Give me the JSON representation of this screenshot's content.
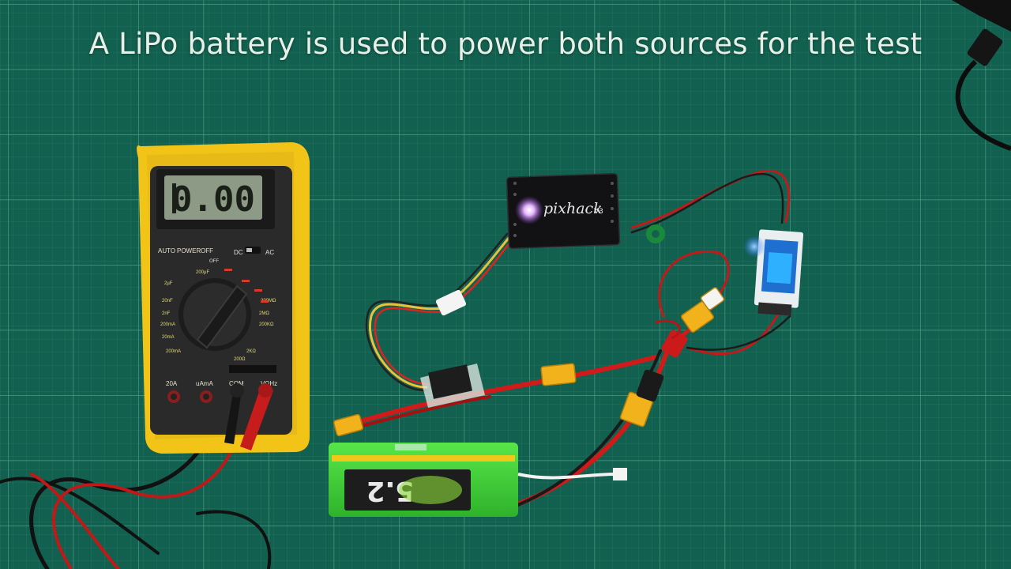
{
  "caption": "A LiPo battery is used to power both sources for the test",
  "multimeter": {
    "display": "0.00",
    "labels": {
      "auto": "AUTO",
      "power": "POWER",
      "off_top": "OFF",
      "dc": "DC",
      "ac": "AC",
      "off_dial": "OFF",
      "amp20": "20A",
      "ua_ma": "uAmA",
      "com": "COM",
      "vohm": "VΩHz"
    }
  },
  "flight_controller": {
    "brand": "pixhack",
    "version": "V3"
  },
  "battery": {
    "brand": "5.2"
  },
  "colors": {
    "mat": "#12604f",
    "grid_major": "#3d8a74",
    "multimeter_case": "#f2c418",
    "wire_red": "#d11a1a",
    "connector": "#f2b21b",
    "battery": "#3ecf3a"
  }
}
